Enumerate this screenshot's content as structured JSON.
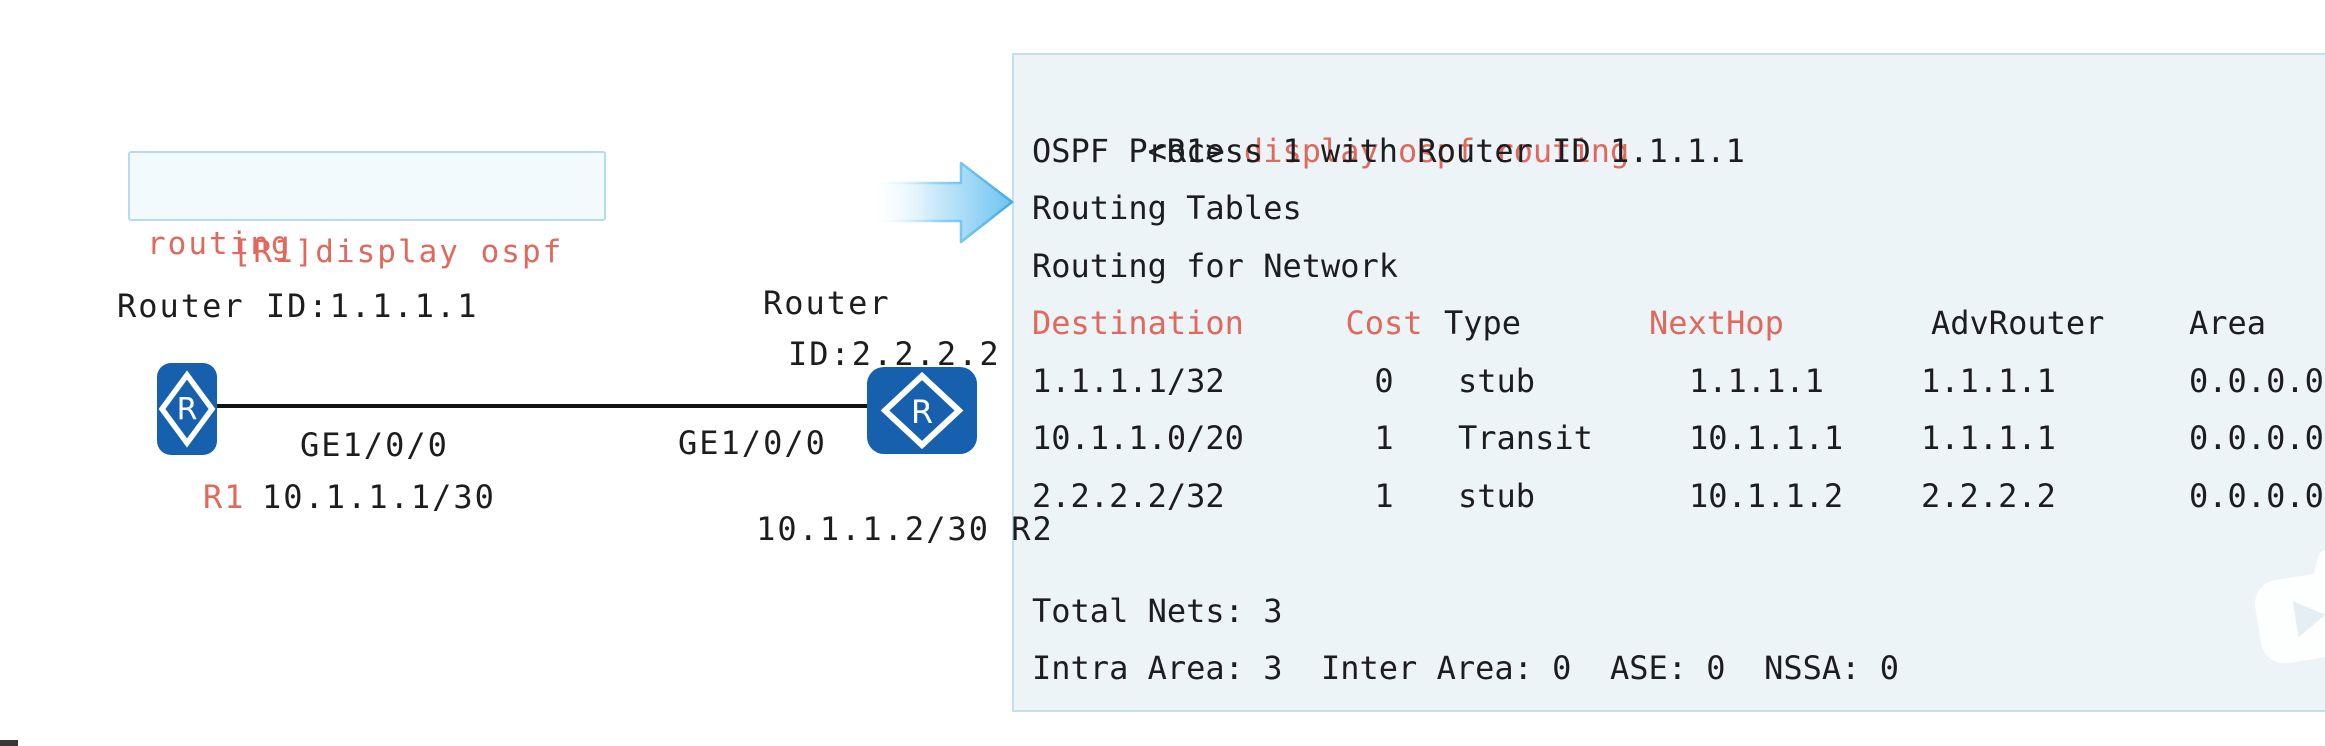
{
  "colors": {
    "accent_red": "#e0695e",
    "router_blue": "#1660ad",
    "panel_bg": "#edf4f8",
    "panel_border": "#c7dfe9",
    "command_box_border": "#b5dcee",
    "arrow_blue": "#6ec4f2"
  },
  "diagram": {
    "command": {
      "line1": "[R1]display ospf",
      "line2": "routing"
    },
    "r1": {
      "router_id": "Router ID:1.1.1.1",
      "name": "R1",
      "interface": "GE1/0/0",
      "ip": "10.1.1.1/30"
    },
    "r2": {
      "router_id_line1": "Router",
      "router_id_line2": "ID:2.2.2.2",
      "name": "R2",
      "interface": "GE1/0/0",
      "ip": "10.1.1.2/30"
    }
  },
  "icons": {
    "router_letter": "R",
    "arrow": "right-block-arrow",
    "watermark": "video-play"
  },
  "terminal": {
    "prompt": "<R1>",
    "command": "display ospf routing",
    "process_line": "OSPF Process 1 with Router ID 1.1.1.1",
    "tables_line": "Routing Tables",
    "network_line": "Routing for Network",
    "table": {
      "headers": [
        "Destination",
        "Cost",
        "Type",
        "NextHop",
        "AdvRouter",
        "Area"
      ],
      "rows": [
        [
          "1.1.1.1/32",
          "0",
          "stub",
          "1.1.1.1",
          "1.1.1.1",
          "0.0.0.0"
        ],
        [
          "10.1.1.0/20",
          "1",
          "Transit",
          "10.1.1.1",
          "1.1.1.1",
          "0.0.0.0"
        ],
        [
          "2.2.2.2/32",
          "1",
          "stub",
          "10.1.1.2",
          "2.2.2.2",
          "0.0.0.0"
        ]
      ]
    },
    "total_line": "Total Nets: 3",
    "summary_line": "Intra Area: 3  Inter Area: 0  ASE: 0  NSSA: 0"
  }
}
